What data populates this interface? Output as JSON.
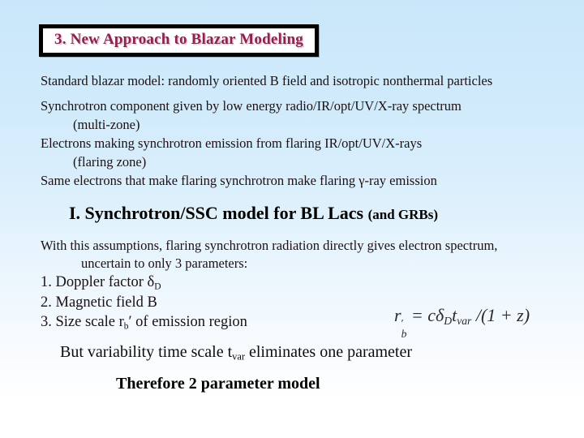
{
  "colors": {
    "background_top": "#c9e7fa",
    "background_bottom": "#ffffff",
    "title_text": "#8b2252",
    "title_box_border": "#000000",
    "title_box_background": "#ffffff",
    "body_text": "#1c1013",
    "heading_text": "#000000"
  },
  "title": {
    "text": "3. New Approach to Blazar Modeling"
  },
  "para1": {
    "text": "Standard blazar model: randomly oriented B field and isotropic nonthermal particles"
  },
  "para2": {
    "lines": [
      "Synchrotron component given by low energy radio/IR/opt/UV/X-ray spectrum",
      "(multi-zone)",
      "Electrons making synchrotron emission from flaring IR/opt/UV/X-rays",
      "(flaring zone)",
      "Same electrons that make flaring synchrotron make flaring γ-ray emission"
    ]
  },
  "heading": {
    "main": "I. Synchrotron/SSC model for BL Lacs ",
    "paren": "(and GRBs)"
  },
  "para3": {
    "line1": "With this assumptions, flaring synchrotron radiation directly gives electron spectrum,",
    "line2": "uncertain to only 3 parameters:",
    "item1_pre": "1. Doppler factor δ",
    "item1_sub": "D",
    "item2": "2. Magnetic field  B",
    "item3_pre": "3. Size scale r",
    "item3_sub": "b",
    "item3_post": "′ of emission region"
  },
  "formula": {
    "r": "r",
    "prime": "′",
    "b_sub": "b",
    "mid": " = cδ",
    "d_sub": "D",
    "t": "t",
    "var_sub": "var",
    "tail": " /(1 + z)"
  },
  "bottom": {
    "but_pre": "But variability time scale t",
    "but_sub": "var",
    "but_post": " eliminates one parameter",
    "therefore": "Therefore 2 parameter model"
  }
}
